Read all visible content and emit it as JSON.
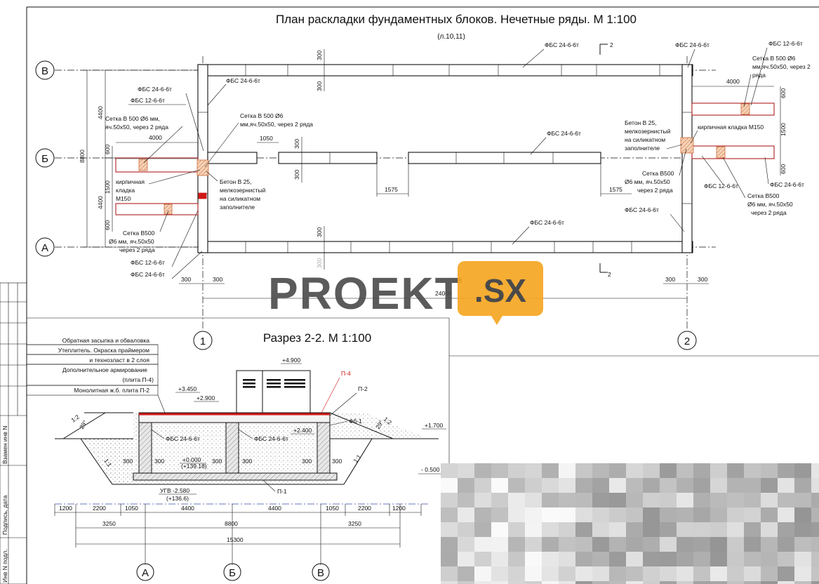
{
  "plan": {
    "title": "План раскладки фундаментных блоков. Нечетные ряды. М 1:100",
    "subtitle": "(л.10,11)",
    "axes": {
      "v": "В",
      "b": "Б",
      "a": "А",
      "n1": "1",
      "n2": "2"
    },
    "dims": {
      "d300": "300",
      "d4400": "4400",
      "d8800": "8800",
      "d600": "600",
      "d1500": "1500",
      "d4000": "4000",
      "d1050": "1050",
      "d1575": "1575",
      "d24000": "24000",
      "d2": "2"
    },
    "labels": {
      "fbs24": "ФБС 24-6-6т",
      "fbs12": "ФБС 12-6-6т",
      "setka_l1": "Сетка В 500 Ø6 мм,",
      "setka_l2": "яч.50х50, через 2 ряда",
      "setka2_l1": "Сетка В 500 Ø6",
      "setka2_l2": "мм,яч.50х50, через 2 ряда",
      "setkaR_l1": "Сетка В 500 Ø6",
      "setkaR_l2": "мм,яч.50х50, через 2",
      "setkaR_l3": "ряда",
      "kirp_l1": "кирпичная",
      "kirp_l2": "кладка",
      "kirp_l3": "М150",
      "kirpR": "кирпичная кладка М150",
      "beton_l1": "Бетон В 25,",
      "beton_l2": "мелкозернистый",
      "beton_l3": "на силикатном",
      "beton_l4": "заполнителе",
      "setkaB_l1": "Сетка В500",
      "setkaB_l2": "Ø6 мм, яч.50х50",
      "setkaB_l3": "через 2 ряда",
      "setkaB2_l2": "Ø6 мм, яч.50х50",
      "setkaB2_l3": "через 2 ряда"
    }
  },
  "section": {
    "title": "Разрез 2-2. М 1:100",
    "legend": [
      "Обратная засыпка и обваловка",
      "Утеплитель. Окраска праймером",
      "и технозласт в 2 слоя",
      "Дополнительное армирование",
      "(плита П-4)",
      "Монолитная ж.б. плита  П-2"
    ],
    "marks": {
      "p4900": "+4.900",
      "p3450": "+3.450",
      "p2900": "+2.900",
      "p2400": "+2.400",
      "p1700": "+1.700",
      "p0000": "+0.000",
      "p13918": "(+139.18)",
      "ugv": "УГВ -2.580",
      "p1366": "(+136.6)",
      "m0500": "- 0.500"
    },
    "tags": {
      "p4": "П-4",
      "p2": "П-2",
      "p1": "П-1",
      "fb1": "Фб-1",
      "fbs": "ФБС 24-6-6т",
      "slope": "1:2",
      "slope1": "1:1",
      "deg": "29°"
    },
    "dims_bottom": [
      "1200",
      "2200",
      "1050",
      "4400",
      "4400",
      "1050",
      "2200",
      "1200"
    ],
    "dims_mid": [
      "3250",
      "8800",
      "3250"
    ],
    "dims_total": "15300",
    "d300": "300",
    "axes": [
      "А",
      "Б",
      "В"
    ]
  },
  "stamp": {
    "vzam": "Взамен инв N",
    "podpis": "Подпись, дата",
    "inv": "Инв N подл."
  },
  "watermark": {
    "text": "PROEKT",
    "badge": ".SX"
  },
  "colors": {
    "line": "#111111",
    "red": "#d01818",
    "hatch": "#e0a070",
    "badge": "#f5a623"
  }
}
